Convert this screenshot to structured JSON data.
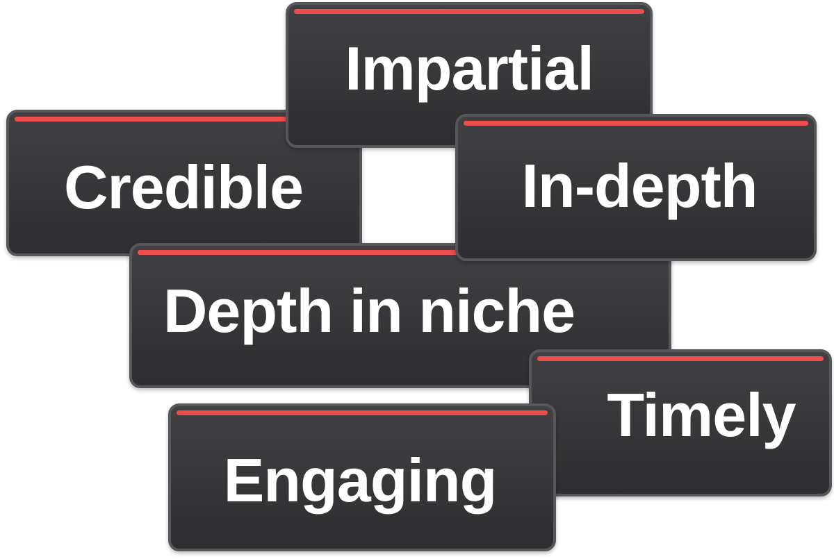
{
  "tags": [
    {
      "id": "credible",
      "label": "Credible"
    },
    {
      "id": "impartial",
      "label": "Impartial"
    },
    {
      "id": "depth-in-niche",
      "label": "Depth in niche"
    },
    {
      "id": "in-depth",
      "label": "In-depth"
    },
    {
      "id": "timely",
      "label": "Timely"
    },
    {
      "id": "engaging",
      "label": "Engaging"
    }
  ],
  "colors": {
    "card_background": "#38383a",
    "card_border": "#56575a",
    "accent_bar": "#ef4c4c",
    "text": "#ffffff",
    "page_background": "#ffffff"
  }
}
